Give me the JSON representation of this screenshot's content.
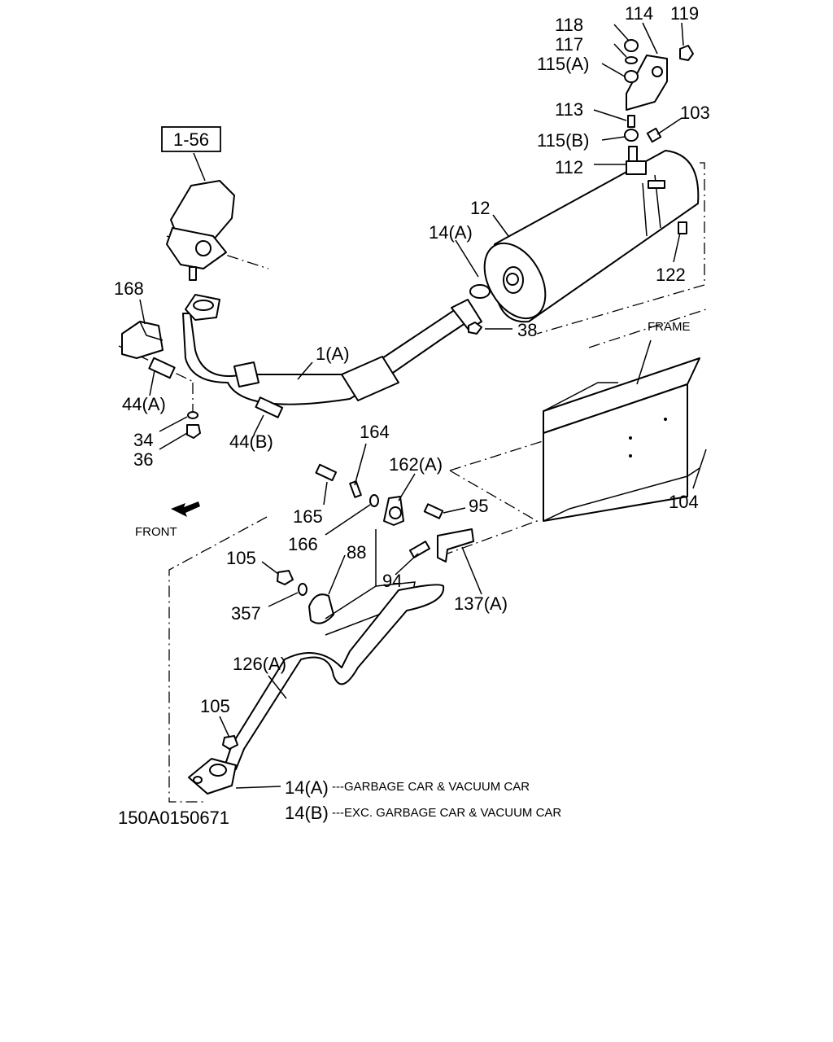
{
  "diagram": {
    "reference_box": "1-56",
    "frame_label": "FRAME",
    "front_label": "FRONT",
    "drawing_code": "150A0150671",
    "labels": {
      "p118": "118",
      "p114": "114",
      "p119": "119",
      "p117": "117",
      "p115a": "115(A)",
      "p113": "113",
      "p103": "103",
      "p115b": "115(B)",
      "p112": "112",
      "p12": "12",
      "p14a": "14(A)",
      "p122": "122",
      "p168": "168",
      "p38": "38",
      "p1a": "1(A)",
      "p44a": "44(A)",
      "p34": "34",
      "p36": "36",
      "p44b": "44(B)",
      "p164": "164",
      "p162a": "162(A)",
      "p165": "165",
      "p95": "95",
      "p166": "166",
      "p104": "104",
      "p105a": "105",
      "p88": "88",
      "p94": "94",
      "p357": "357",
      "p137a": "137(A)",
      "p126a": "126(A)",
      "p105b": "105",
      "p14a2": "14(A)"
    },
    "notes": [
      {
        "part": "14(A)",
        "text": "---GARBAGE CAR & VACUUM CAR"
      },
      {
        "part": "14(B)",
        "text": "---EXC. GARBAGE CAR & VACUUM CAR"
      }
    ]
  }
}
